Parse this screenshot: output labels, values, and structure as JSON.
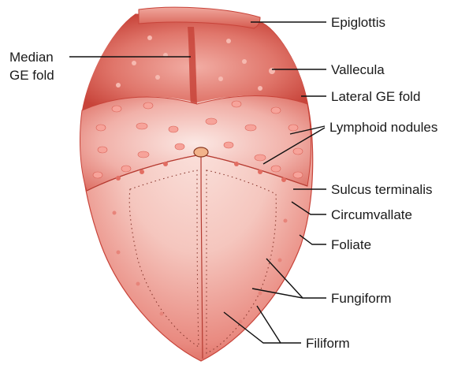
{
  "labels": {
    "epiglottis": "Epiglottis",
    "median_ge_fold_line1": "Median",
    "median_ge_fold_line2": "GE fold",
    "vallecula": "Vallecula",
    "lateral_ge_fold": "Lateral GE fold",
    "lymphoid_nodules": "Lymphoid nodules",
    "sulcus_terminalis": "Sulcus terminalis",
    "circumvallate": "Circumvallate",
    "foliate": "Foliate",
    "fungiform": "Fungiform",
    "filiform": "Filiform"
  },
  "colors": {
    "tongue_edge": "#c8443a",
    "tongue_mid": "#e8837a",
    "tongue_light": "#f6cdc6",
    "nodule": "#f4a09a",
    "foramen": "#f2b38a",
    "line": "#111111"
  }
}
